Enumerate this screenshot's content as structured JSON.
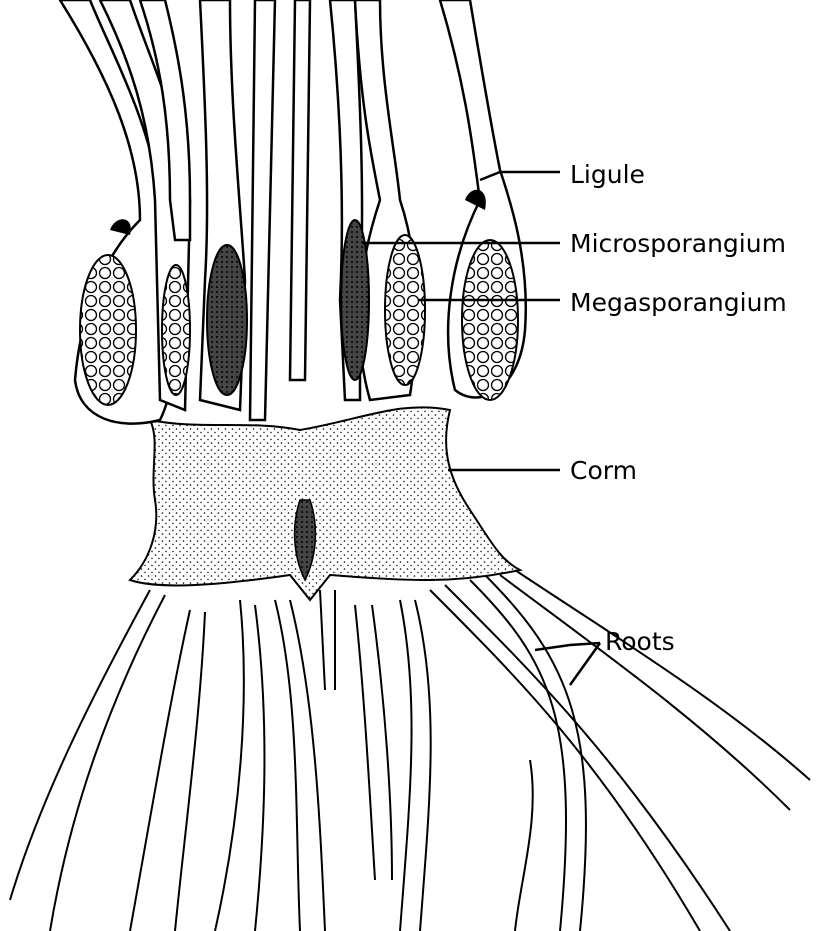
{
  "title": "Isoetes corm and sporophylls (longitudinal section)",
  "labels": {
    "ligule": "Ligule",
    "microsporangium": "Microsporangium",
    "megasporangium": "Megasporangium",
    "corm": "Corm",
    "roots": "Roots"
  },
  "colors": {
    "ink": "#000000",
    "background": "#ffffff"
  }
}
